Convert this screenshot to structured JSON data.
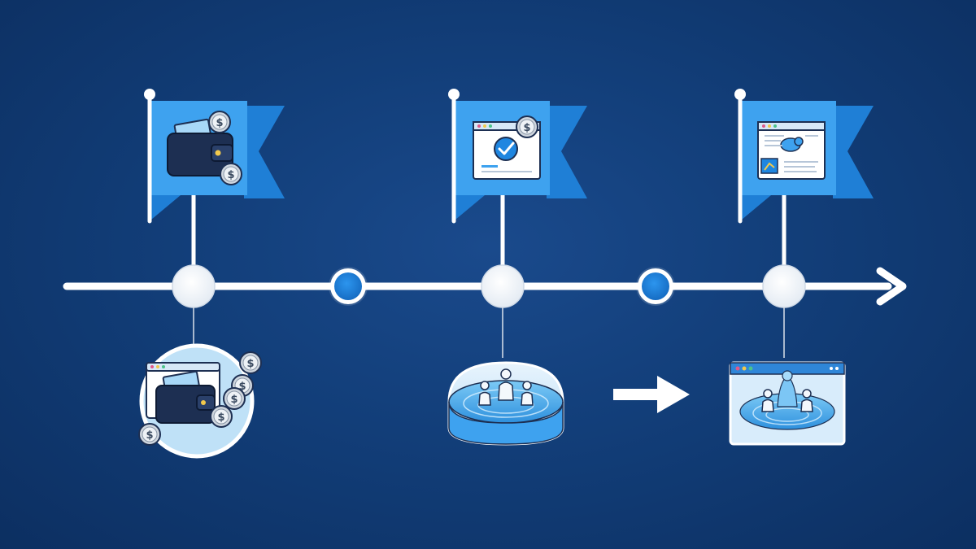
{
  "colors": {
    "background": "#123e79",
    "flag_light": "#3ea2ef",
    "flag_dark": "#1f7fd6",
    "timeline": "#ffffff",
    "node_accent": "#1f86e0",
    "wallet": "#1d2f52",
    "pool_water": "#4fb1ee"
  },
  "milestones": [
    {
      "id": "wallet",
      "flag_icon": "wallet-with-coins-icon",
      "below_icon": "wallet-coins-circle-icon"
    },
    {
      "id": "verify",
      "flag_icon": "browser-checkmark-coin-icon",
      "below_icon": "pool-with-figures-icon"
    },
    {
      "id": "content",
      "flag_icon": "browser-content-icon",
      "below_icon": "browser-pool-fountain-icon"
    }
  ],
  "intermediate_nodes": 2,
  "transition_arrow_icon": "right-arrow-icon",
  "timeline_arrow_icon": "timeline-arrowhead-icon"
}
